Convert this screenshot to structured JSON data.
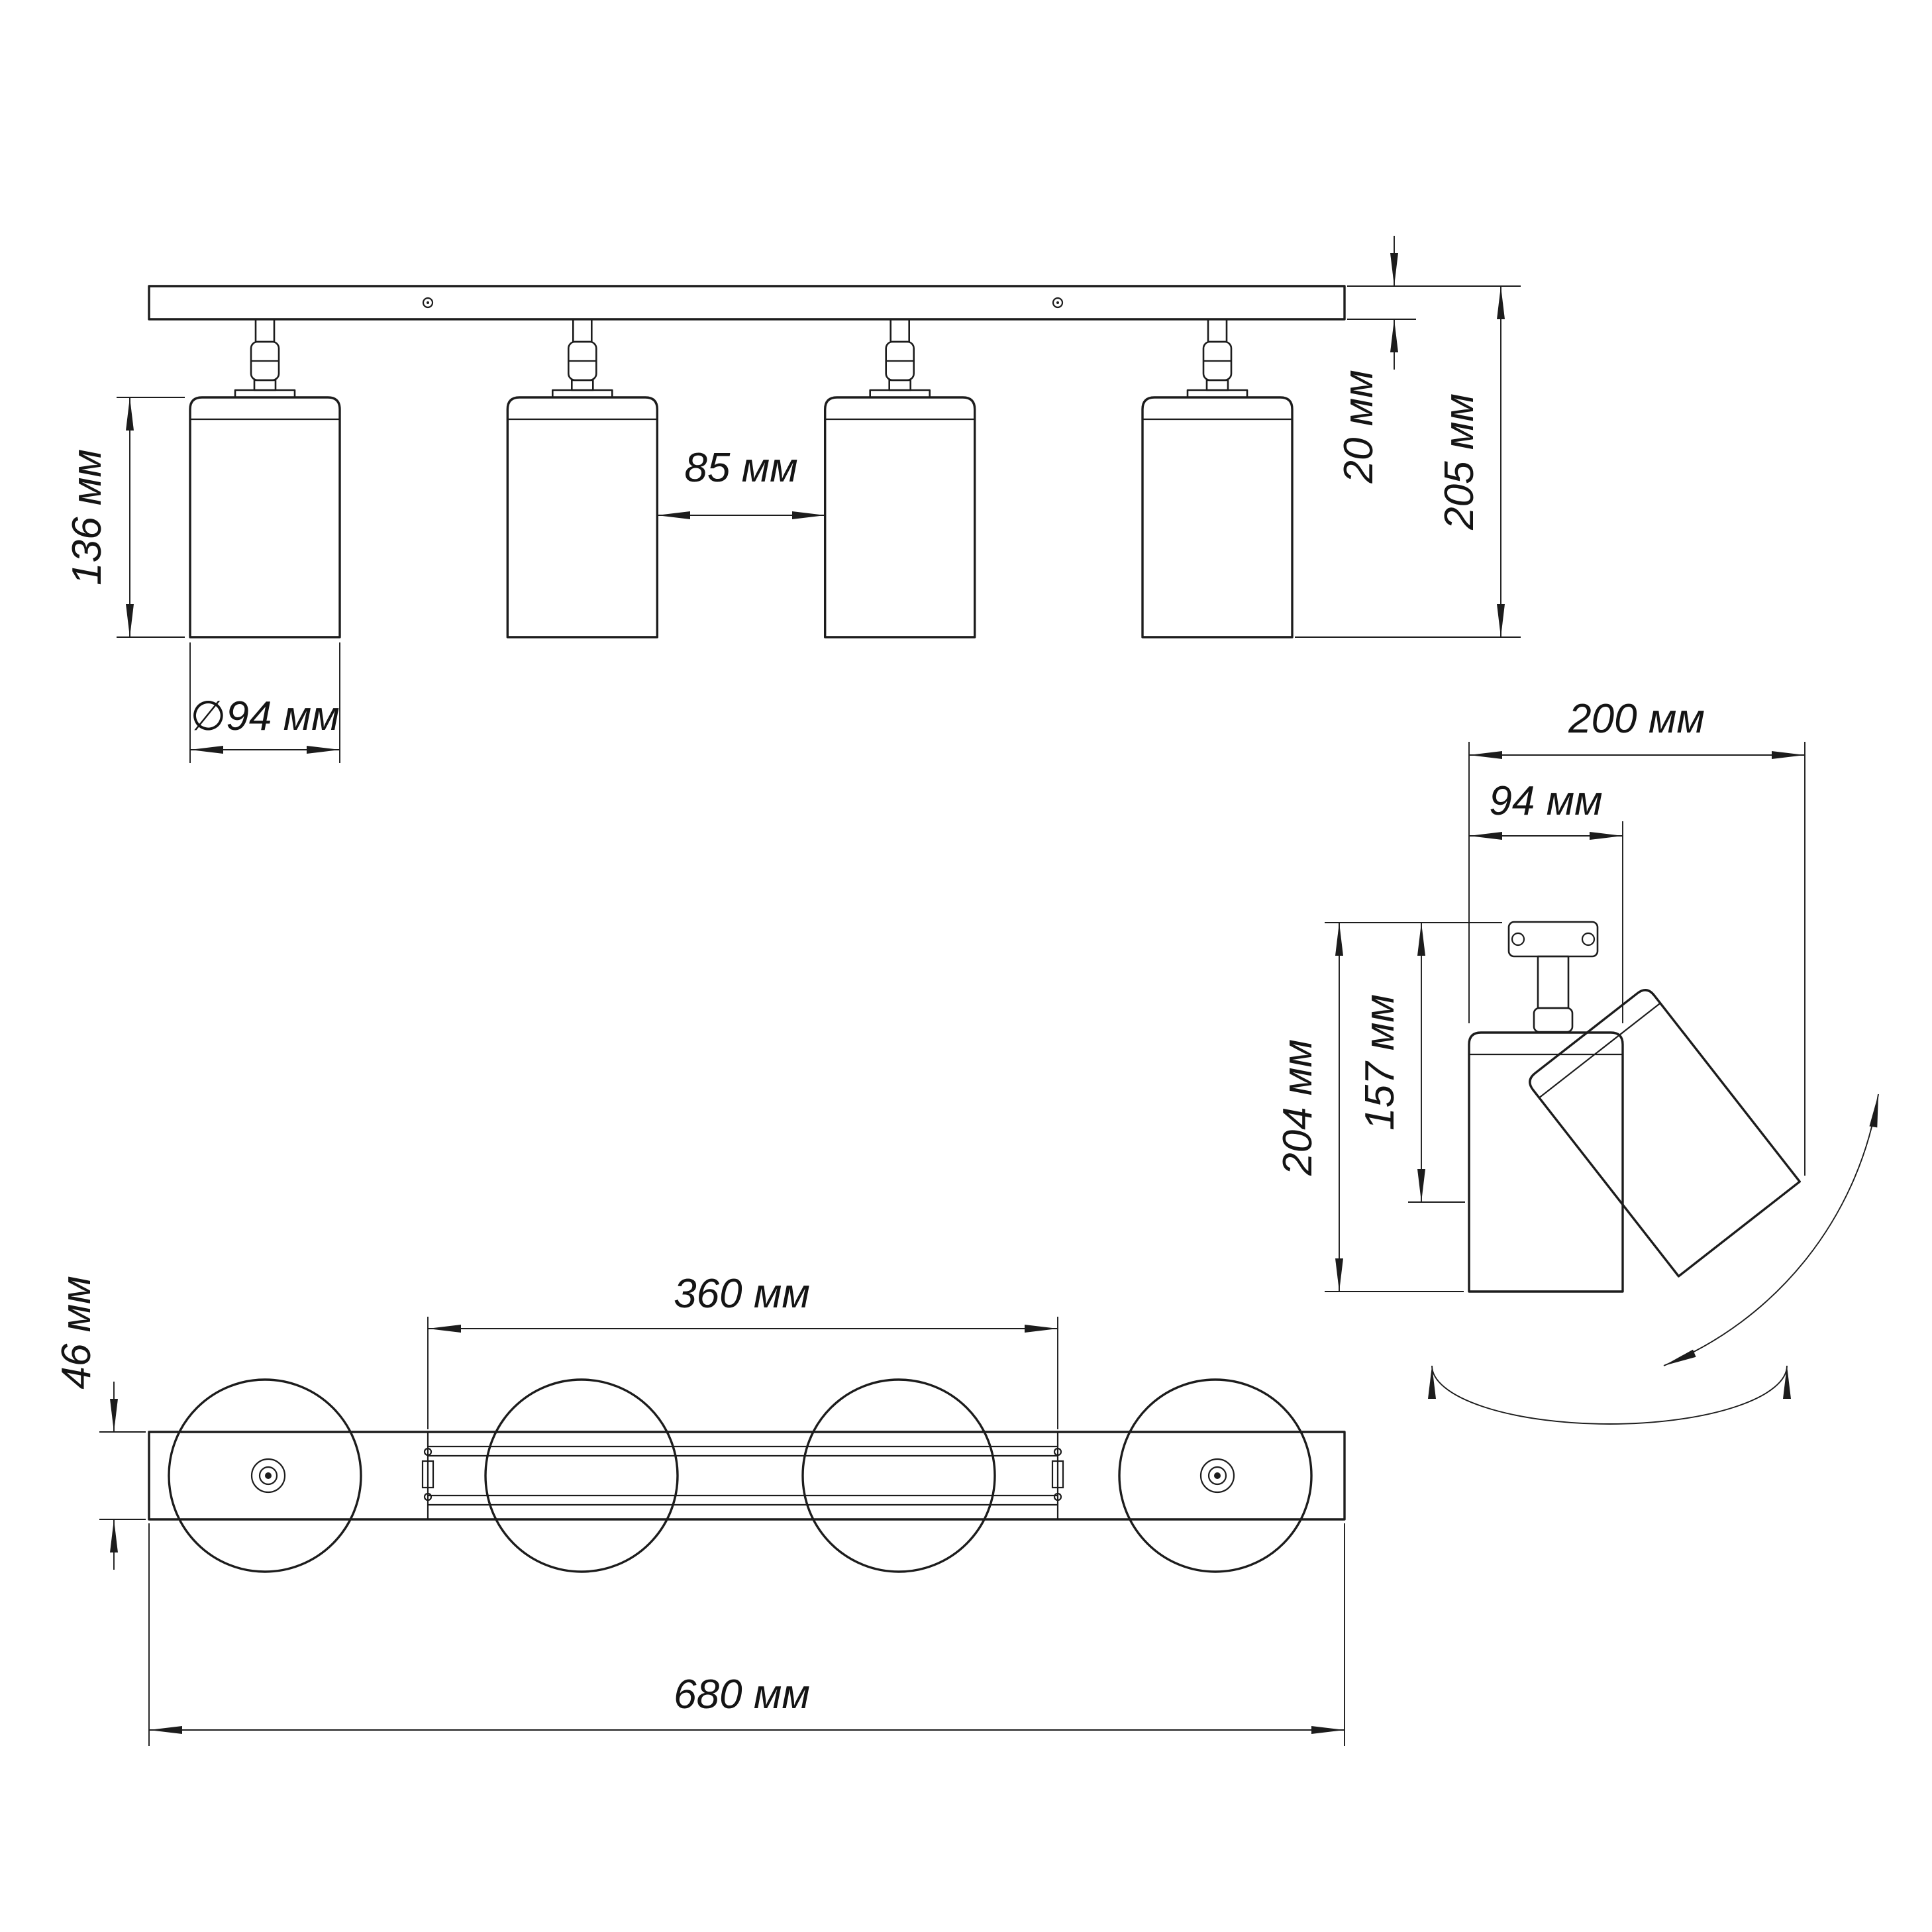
{
  "drawing": {
    "type": "technical-dimension-drawing",
    "subject": "four-spot ceiling track light fixture",
    "units": "мм"
  },
  "front_view": {
    "shade_height": "136 мм",
    "shade_diameter": "∅94 мм",
    "shade_gap": "85 мм",
    "canopy_thickness": "20 мм",
    "overall_height": "205 мм"
  },
  "detail_view": {
    "overall_width": "200 мм",
    "shade_width": "94 мм",
    "overall_height": "204 мм",
    "pivot_height": "157 мм"
  },
  "plan_view": {
    "mount_spacing": "360 мм",
    "overall_length": "680 мм",
    "bar_width": "46 мм"
  },
  "colors": {
    "line": "#1c1c1c",
    "background": "#ffffff"
  }
}
